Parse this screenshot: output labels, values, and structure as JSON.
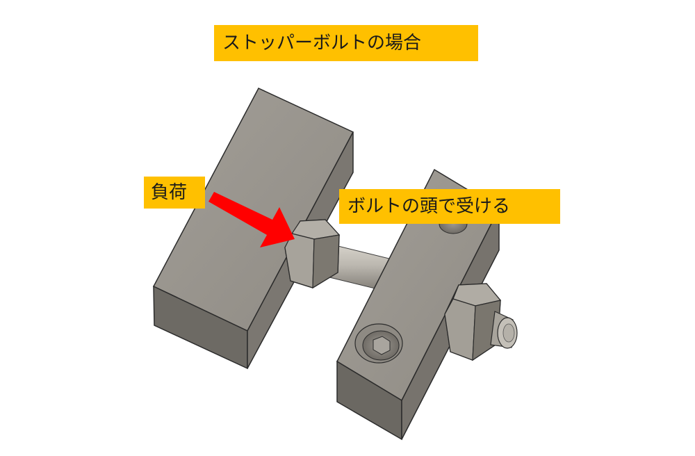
{
  "labels": {
    "title": "ストッパーボルトの場合",
    "load": "負荷",
    "bolt_head": "ボルトの頭で受ける"
  },
  "colors": {
    "label_background": "#ffc000",
    "arrow": "#ff0000"
  }
}
